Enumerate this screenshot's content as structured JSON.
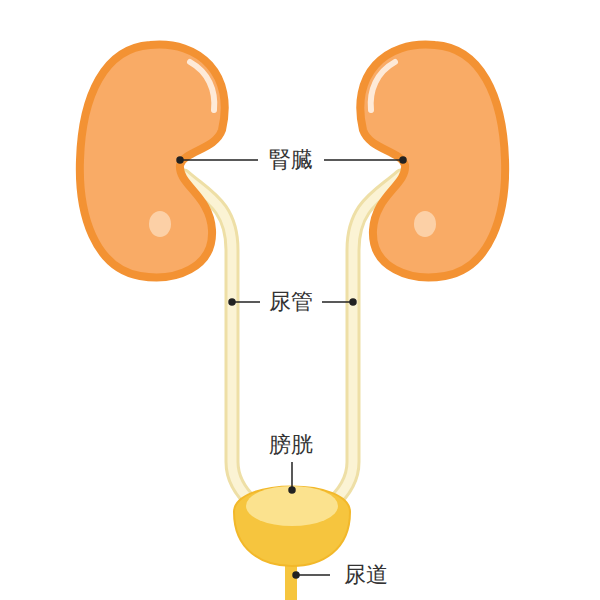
{
  "diagram": {
    "labels": [
      "腎臓",
      "尿管",
      "膀胱",
      "尿道"
    ]
  }
}
